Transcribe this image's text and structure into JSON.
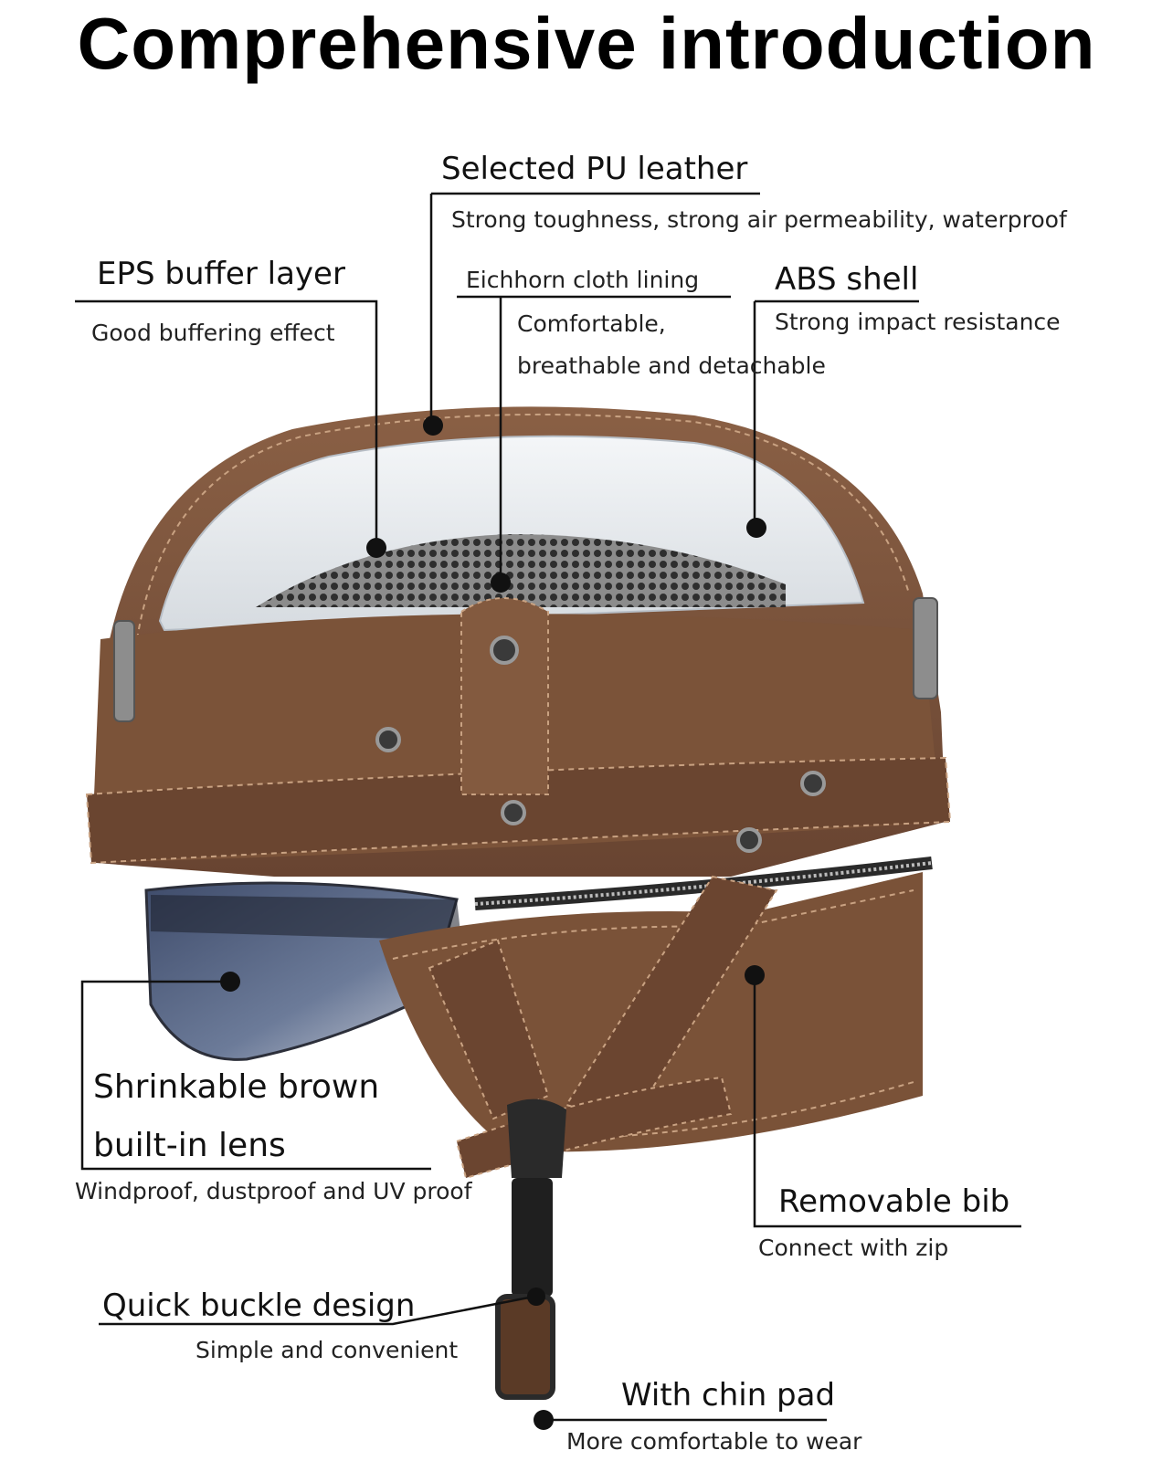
{
  "title": "Comprehensive introduction",
  "callouts": {
    "pu_leather": {
      "heading": "Selected PU leather",
      "desc": "Strong toughness, strong air permeability, waterproof"
    },
    "eps": {
      "heading": "EPS buffer layer",
      "desc": "Good buffering effect"
    },
    "lining": {
      "heading": "Eichhorn cloth lining",
      "desc1": "Comfortable,",
      "desc2": "breathable and detachable"
    },
    "abs": {
      "heading": "ABS shell",
      "desc": "Strong impact resistance"
    },
    "lens": {
      "heading1": "Shrinkable brown",
      "heading2": "built-in lens",
      "desc": "Windproof, dustproof and UV proof"
    },
    "bib": {
      "heading": "Removable bib",
      "desc": "Connect with zip"
    },
    "buckle": {
      "heading": "Quick buckle design",
      "desc": "Simple and convenient"
    },
    "chin": {
      "heading": "With chin pad",
      "desc": "More comfortable to wear"
    }
  },
  "colors": {
    "leather": "#7a5238",
    "leather_dark": "#5a3a26",
    "visor": "#e9ecef",
    "lens": "#5a6a88",
    "mesh": "#3a3a3a"
  }
}
